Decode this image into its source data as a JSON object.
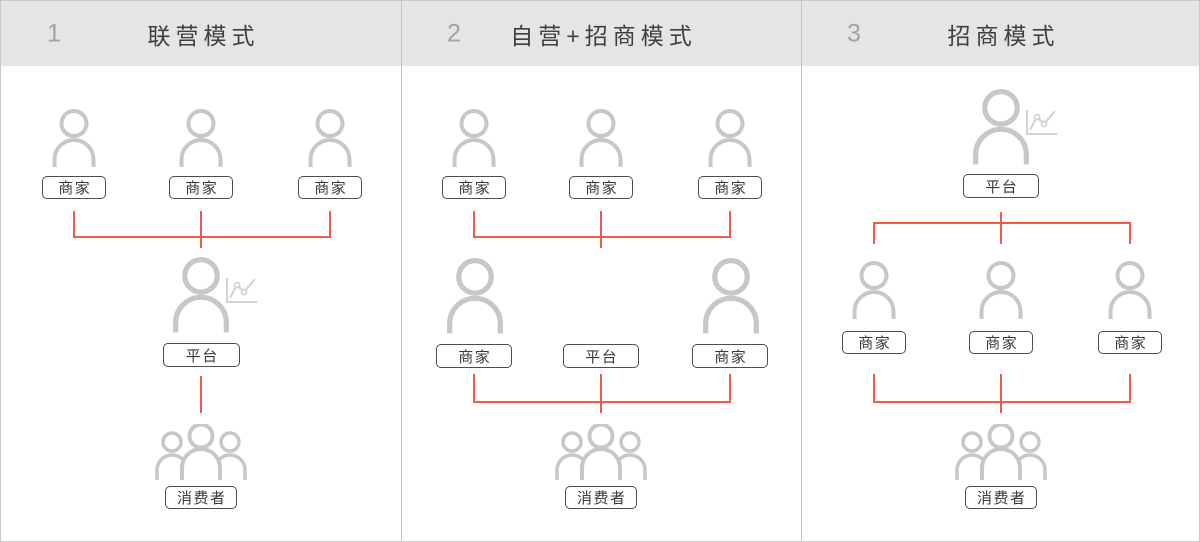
{
  "colors": {
    "connector_red": "#f15b49",
    "icon_gray": "#c7c7c7",
    "chart_gray": "#d2d2d2",
    "header_bg": "#e5e5e3",
    "number_gray": "#a3a3a3",
    "title_color": "#3f3f3f",
    "box_border": "#4d4d4d",
    "divider": "#c3c3c3"
  },
  "panels": [
    {
      "number": "1",
      "title": "联营模式",
      "top_row": [
        "商家",
        "商家",
        "商家"
      ],
      "middle": "平台",
      "bottom": "消费者"
    },
    {
      "number": "2",
      "title": "自营+招商模式",
      "top_row": [
        "商家",
        "商家",
        "商家"
      ],
      "middle_row": [
        "商家",
        "平台",
        "商家"
      ],
      "bottom": "消费者"
    },
    {
      "number": "3",
      "title": "招商模式",
      "top": "平台",
      "middle_row": [
        "商家",
        "商家",
        "商家"
      ],
      "bottom": "消费者"
    }
  ]
}
